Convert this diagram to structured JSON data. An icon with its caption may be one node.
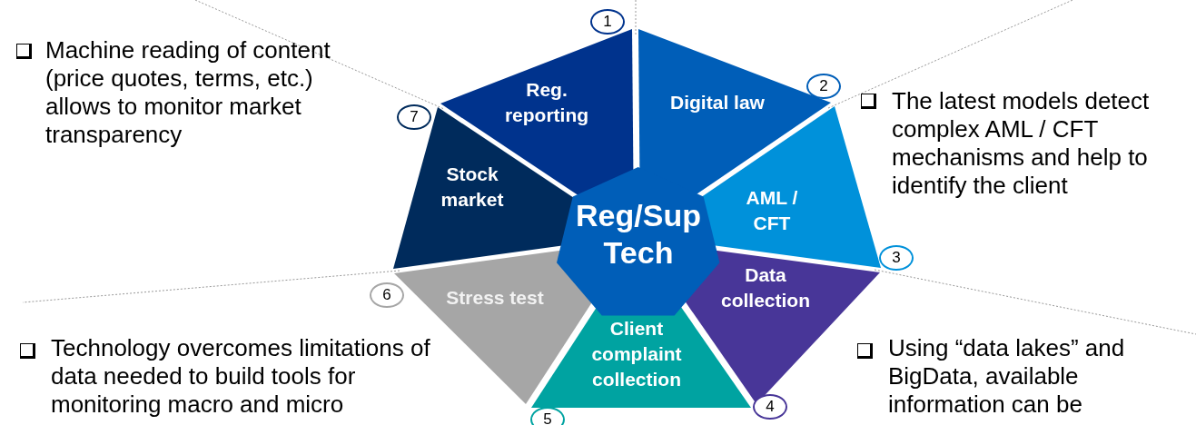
{
  "diagram": {
    "nodes": [
      {
        "text": [
          "Reg/Sup Tech"
        ]
      },
      {
        "text": [
          "Reg. reporting"
        ]
      },
      {
        "text": [
          "Digital law"
        ]
      },
      {
        "text": [
          "AML / CFT"
        ]
      },
      {
        "text": [
          "Data collection"
        ]
      },
      {
        "text": [
          "Client complaint collection"
        ]
      },
      {
        "text": [
          "Stress test"
        ]
      },
      {
        "text": [
          "Stock market"
        ]
      },
      {
        "text": [
          "1"
        ]
      },
      {
        "text": [
          "2"
        ]
      },
      {
        "text": [
          "3"
        ]
      },
      {
        "text": [
          "4"
        ]
      },
      {
        "text": [
          "5"
        ]
      },
      {
        "text": [
          "6"
        ]
      },
      {
        "text": [
          "7"
        ]
      }
    ],
    "labels": [
      "Machine reading of content (price quotes, terms, etc.) allows to monitor market transparency",
      "The latest models detect complex AML / CFT mechanisms and help to identify the client",
      "Technology overcomes limitations of data needed to build tools for monitoring macro and micro",
      "Using “data lakes” and BigData, available information can be"
    ]
  }
}
